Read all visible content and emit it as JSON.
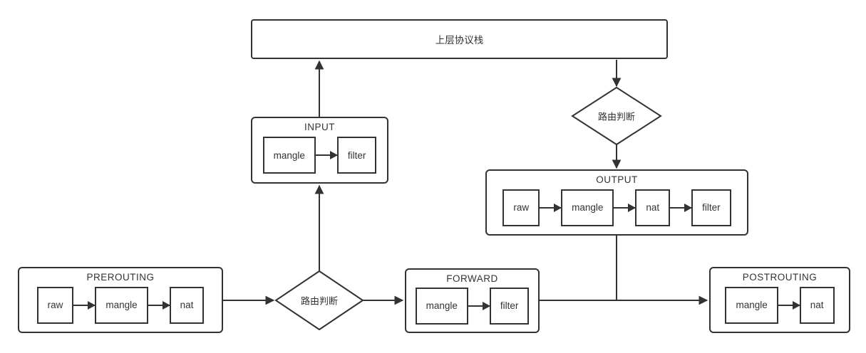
{
  "colors": {
    "stroke": "#333333",
    "text": "#333333",
    "background": "#ffffff"
  },
  "nodes": {
    "protocol_stack": {
      "label": "上层协议栈"
    },
    "routing_top": {
      "label": "路由判断"
    },
    "routing_bottom": {
      "label": "路由判断"
    },
    "input": {
      "title": "INPUT",
      "tables": [
        "mangle",
        "filter"
      ]
    },
    "output": {
      "title": "OUTPUT",
      "tables": [
        "raw",
        "mangle",
        "nat",
        "filter"
      ]
    },
    "prerouting": {
      "title": "PREROUTING",
      "tables": [
        "raw",
        "mangle",
        "nat"
      ]
    },
    "forward": {
      "title": "FORWARD",
      "tables": [
        "mangle",
        "filter"
      ]
    },
    "postrouting": {
      "title": "POSTROUTING",
      "tables": [
        "mangle",
        "nat"
      ]
    }
  }
}
